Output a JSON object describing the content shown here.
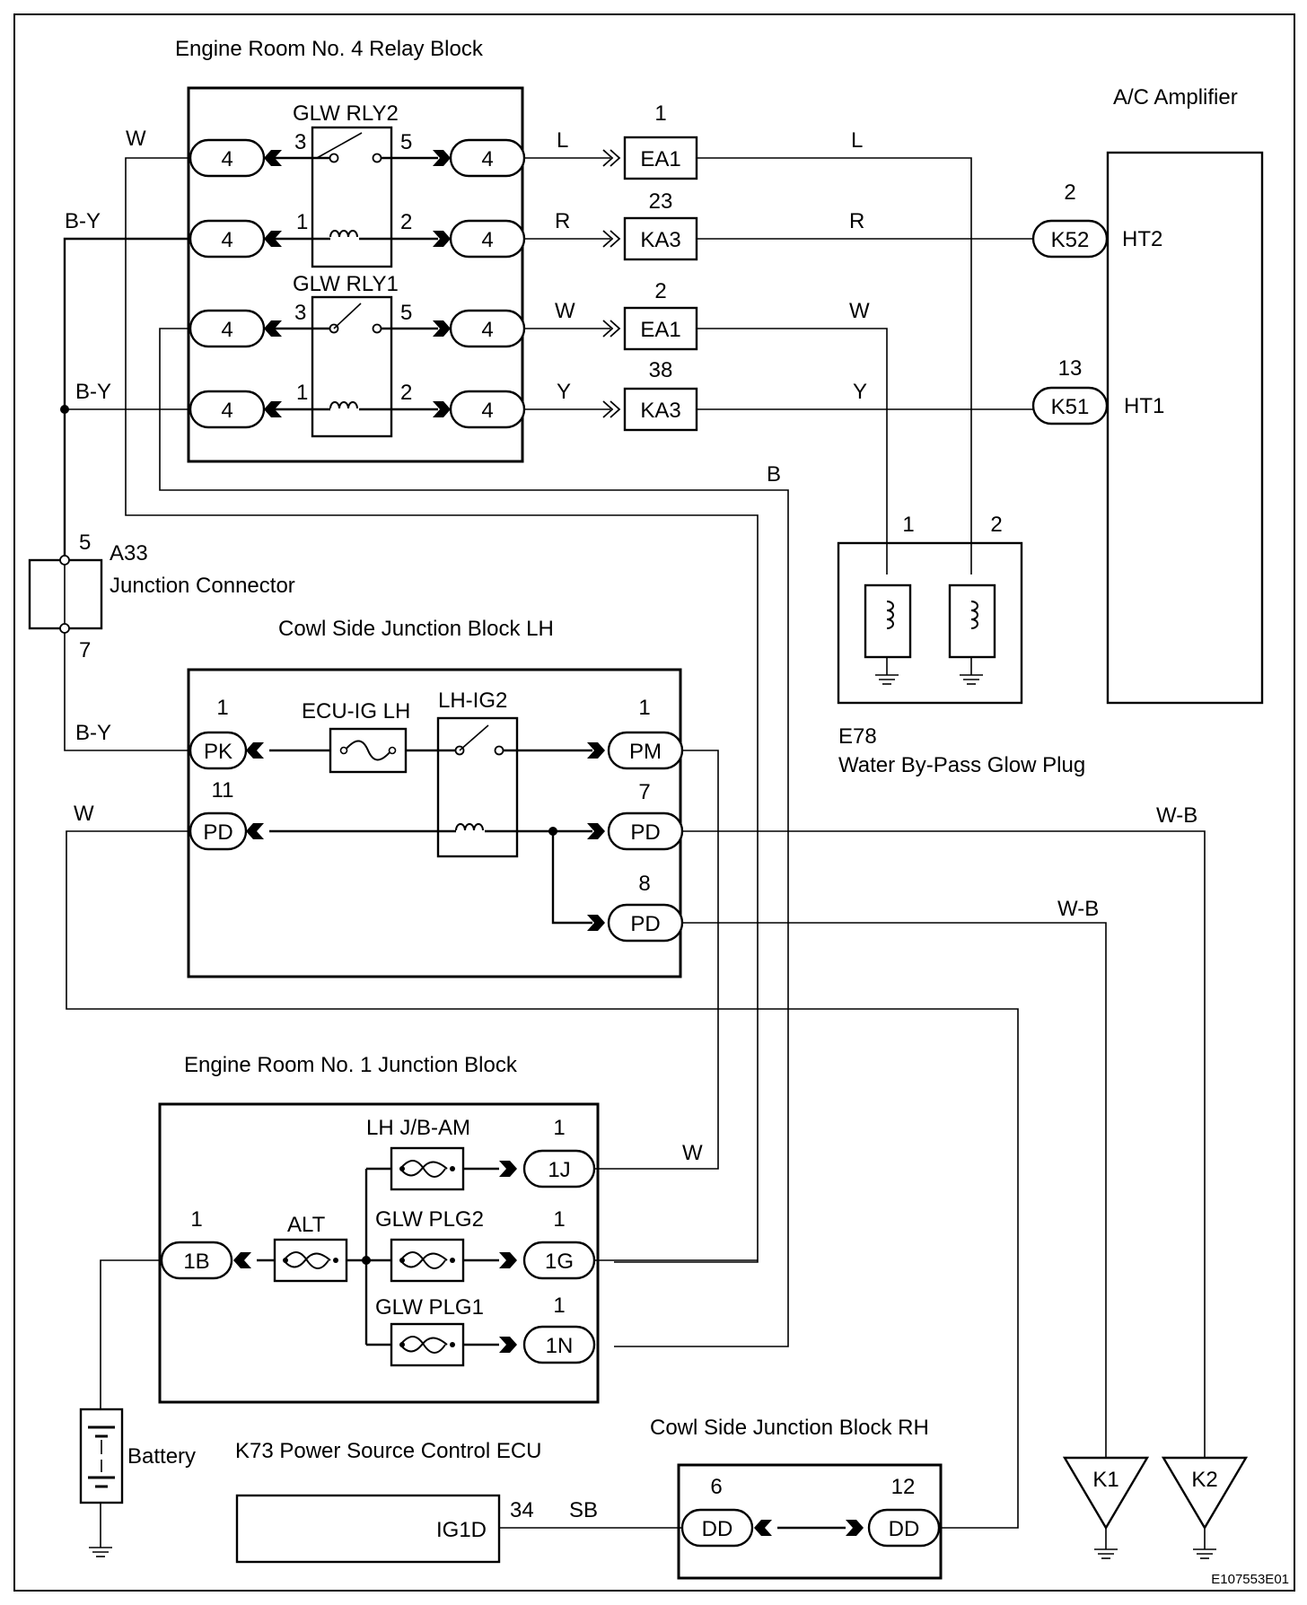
{
  "blocks": {
    "relay_block": "Engine Room No. 4 Relay Block",
    "ac_amp": "A/C Amplifier",
    "junction_connector_id": "A33",
    "junction_connector_name": "Junction Connector",
    "cowl_lh": "Cowl Side Junction Block LH",
    "glow_plug_id": "E78",
    "glow_plug_name": "Water By-Pass Glow Plug",
    "er1_jb": "Engine Room No. 1 Junction Block",
    "ecu": "K73 Power Source Control ECU",
    "cowl_rh": "Cowl Side Junction Block RH",
    "battery": "Battery"
  },
  "relays": {
    "glw_rly2": "GLW RLY2",
    "glw_rly1": "GLW RLY1",
    "lh_ig2": "LH-IG2"
  },
  "fuses": {
    "ecu_ig_lh": "ECU-IG LH",
    "lh_jb_am": "LH J/B-AM",
    "alt": "ALT",
    "glw_plg2": "GLW PLG2",
    "glw_plg1": "GLW PLG1"
  },
  "connectors": {
    "c4": "4",
    "ea1": "EA1",
    "ka3": "KA3",
    "k52": "K52",
    "k51": "K51",
    "ht2": "HT2",
    "ht1": "HT1",
    "pk": "PK",
    "pm": "PM",
    "pd": "PD",
    "c1b": "1B",
    "c1j": "1J",
    "c1g": "1G",
    "c1n": "1N",
    "ig1d": "IG1D",
    "dd": "DD",
    "k1": "K1",
    "k2": "K2"
  },
  "pins": {
    "p1": "1",
    "p2": "2",
    "p3": "3",
    "p5": "5",
    "p7": "7",
    "p8": "8",
    "p6": "6",
    "p11": "11",
    "p12": "12",
    "p13": "13",
    "p23": "23",
    "p34": "34",
    "p38": "38"
  },
  "wires": {
    "W": "W",
    "BY": "B-Y",
    "L": "L",
    "R": "R",
    "Y": "Y",
    "B": "B",
    "WB": "W-B",
    "SB": "SB"
  },
  "figure_id": "E107553E01"
}
